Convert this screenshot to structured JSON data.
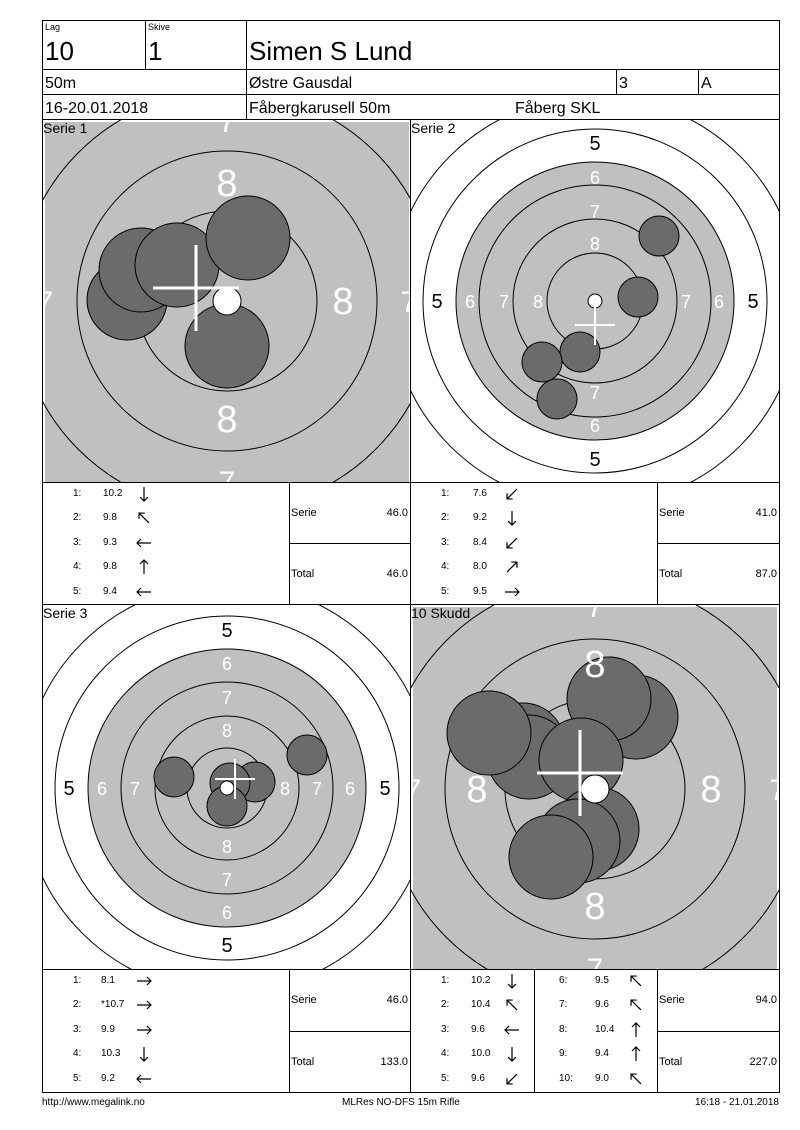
{
  "header": {
    "lag_label": "Lag",
    "lag_value": "10",
    "skive_label": "Skive",
    "skive_value": "1",
    "name": "Simen S Lund",
    "distance": "50m",
    "club": "Østre Gausdal",
    "class_num": "3",
    "class_letter": "A",
    "date": "16-20.01.2018",
    "event": "Fåbergkarusell 50m",
    "organizer": "Fåberg SKL"
  },
  "panels": {
    "p1": {
      "title": "Serie 1"
    },
    "p2": {
      "title": "Serie 2"
    },
    "p3": {
      "title": "Serie 3"
    },
    "p4": {
      "title": "10 Skudd"
    }
  },
  "ring_numbers": {
    "r5": "5",
    "r6": "6",
    "r7": "7",
    "r8": "8"
  },
  "scores": {
    "s1": {
      "shots": [
        {
          "n": "1:",
          "v": "10.2",
          "a": "down"
        },
        {
          "n": "2:",
          "v": "9.8",
          "a": "up-left"
        },
        {
          "n": "3:",
          "v": "9.3",
          "a": "left"
        },
        {
          "n": "4:",
          "v": "9.8",
          "a": "up"
        },
        {
          "n": "5:",
          "v": "9.4",
          "a": "left"
        }
      ],
      "serie_label": "Serie",
      "serie_value": "46.0",
      "total_label": "Total",
      "total_value": "46.0"
    },
    "s2": {
      "shots": [
        {
          "n": "1:",
          "v": "7.6",
          "a": "down-left"
        },
        {
          "n": "2:",
          "v": "9.2",
          "a": "down"
        },
        {
          "n": "3:",
          "v": "8.4",
          "a": "down-left"
        },
        {
          "n": "4:",
          "v": "8.0",
          "a": "up-right"
        },
        {
          "n": "5:",
          "v": "9.5",
          "a": "right"
        }
      ],
      "serie_label": "Serie",
      "serie_value": "41.0",
      "total_label": "Total",
      "total_value": "87.0"
    },
    "s3": {
      "shots": [
        {
          "n": "1:",
          "v": "8.1",
          "a": "right"
        },
        {
          "n": "2:",
          "v": "*10.7",
          "a": "right"
        },
        {
          "n": "3:",
          "v": "9.9",
          "a": "right"
        },
        {
          "n": "4:",
          "v": "10.3",
          "a": "down"
        },
        {
          "n": "5:",
          "v": "9.2",
          "a": "left"
        }
      ],
      "serie_label": "Serie",
      "serie_value": "46.0",
      "total_label": "Total",
      "total_value": "133.0"
    },
    "s4": {
      "shots_a": [
        {
          "n": "1:",
          "v": "10.2",
          "a": "down"
        },
        {
          "n": "2:",
          "v": "10.4",
          "a": "up-left"
        },
        {
          "n": "3:",
          "v": "9.6",
          "a": "left"
        },
        {
          "n": "4:",
          "v": "10.0",
          "a": "down"
        },
        {
          "n": "5:",
          "v": "9.6",
          "a": "down-left"
        }
      ],
      "shots_b": [
        {
          "n": "6:",
          "v": "9.5",
          "a": "up-left"
        },
        {
          "n": "7:",
          "v": "9.6",
          "a": "up-left"
        },
        {
          "n": "8:",
          "v": "10.4",
          "a": "up"
        },
        {
          "n": "9:",
          "v": "9.4",
          "a": "up"
        },
        {
          "n": "10:",
          "v": "9.0",
          "a": "up-left"
        }
      ],
      "serie_label": "Serie",
      "serie_value": "94.0",
      "total_label": "Total",
      "total_value": "227.0"
    }
  },
  "footer": {
    "left": "http://www.megalink.no",
    "center": "MLRes NO-DFS 15m Rifle",
    "right": "16:18 - 21.01.2018"
  },
  "colors": {
    "black_ring": "#c0c0c0",
    "shot": "#6b6b6b",
    "outline": "#000000"
  }
}
